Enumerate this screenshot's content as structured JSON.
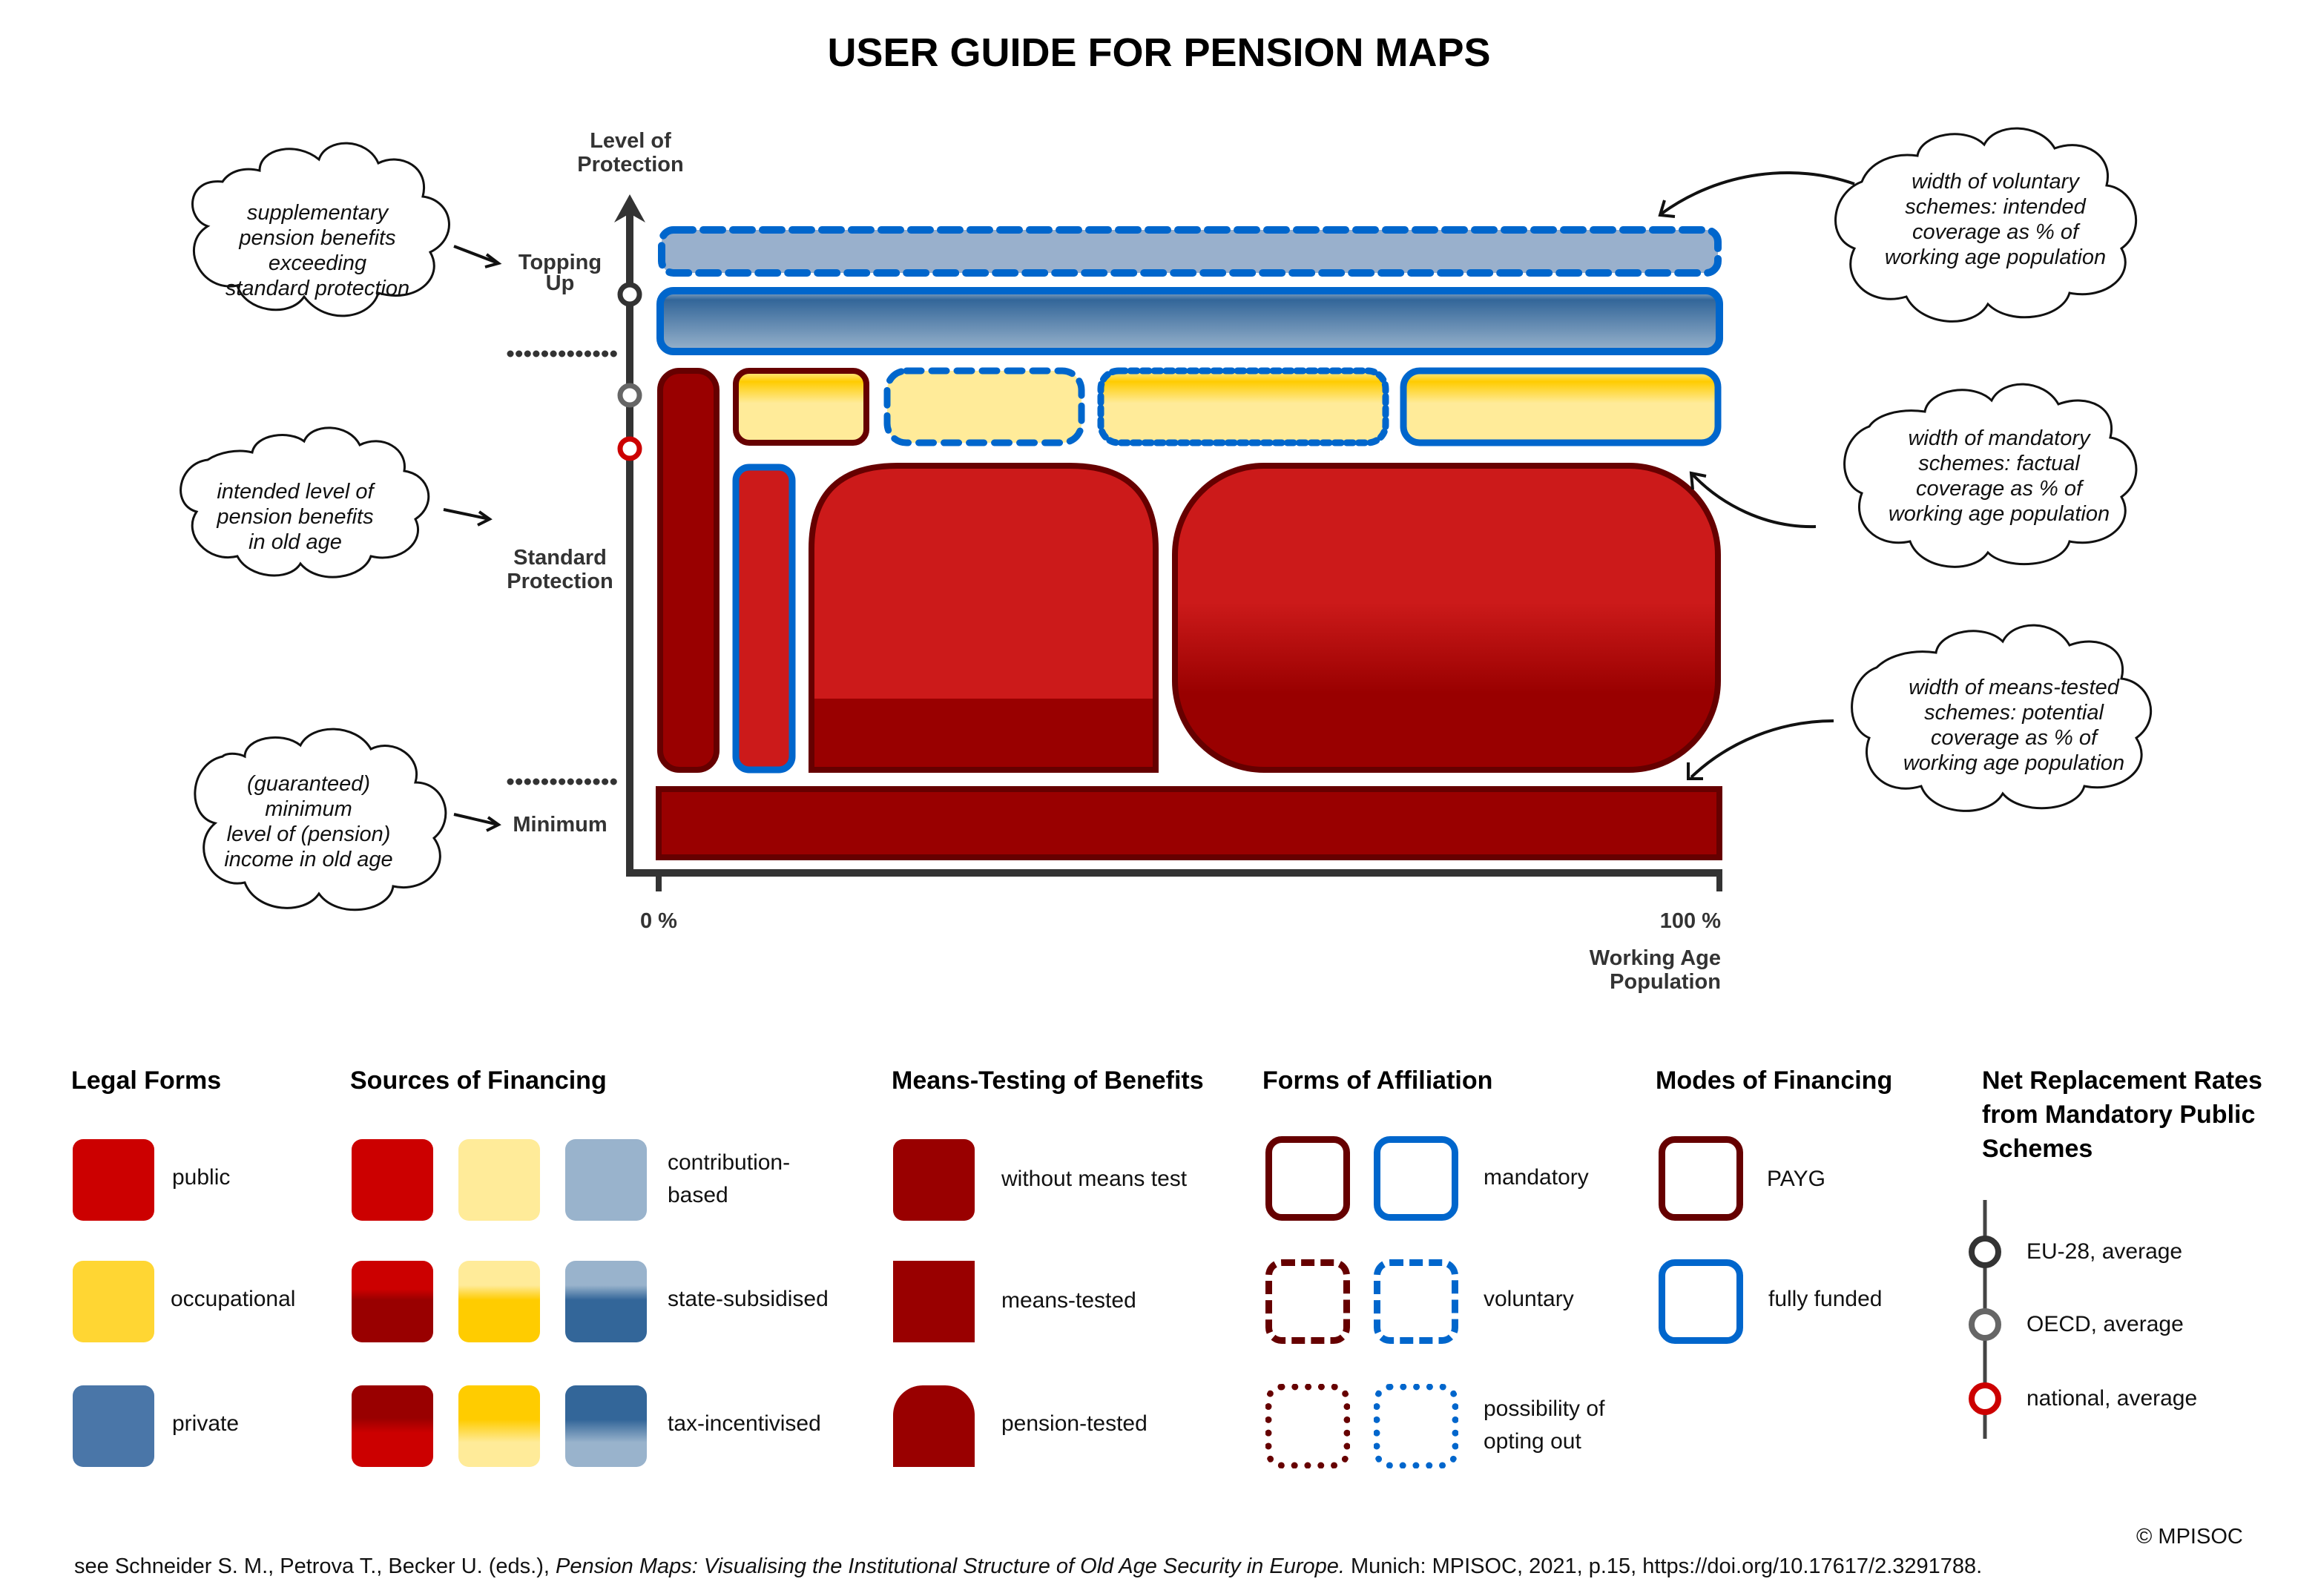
{
  "title": "USER GUIDE FOR PENSION MAPS",
  "axis": {
    "y_label_line1": "Level of",
    "y_label_line2": "Protection",
    "levels": {
      "topping_up_line1": "Topping",
      "topping_up_line2": "Up",
      "standard_line1": "Standard",
      "standard_line2": "Protection",
      "minimum": "Minimum"
    },
    "x_tick_start": "0 %",
    "x_tick_end": "100 %",
    "x_label_line1": "Working Age",
    "x_label_line2": "Population"
  },
  "clouds": {
    "topping_up": [
      "supplementary",
      "pension benefits",
      "exceeding",
      "standard protection"
    ],
    "standard": [
      "intended level of",
      "pension benefits",
      "in old age"
    ],
    "minimum": [
      "(guaranteed)",
      "minimum",
      "level of (pension)",
      "income in old age"
    ],
    "voluntary_width": [
      "width of voluntary",
      "schemes: intended",
      "coverage as % of",
      "working age population"
    ],
    "mandatory_width": [
      "width of mandatory",
      "schemes: factual",
      "coverage as % of",
      "working age population"
    ],
    "means_tested_width": [
      "width of means-tested",
      "schemes: potential",
      "coverage as % of",
      "working age population"
    ]
  },
  "colors": {
    "public_red": "#cc0000",
    "dark_red": "#990000",
    "payg_border": "#660000",
    "occupational_yellow": "#ffcc00",
    "light_yellow": "#ffeb99",
    "private_blue": "#4a76a8",
    "dark_blue": "#336699",
    "light_blue": "#99b3cc",
    "funded_border": "#0066cc",
    "marker_eu": "#333333",
    "marker_oecd": "#666666",
    "marker_national": "#cc0000",
    "axis": "#333333"
  },
  "legend": {
    "legal_forms": {
      "heading": "Legal Forms",
      "items": [
        {
          "label": "public",
          "color": "#cc0000"
        },
        {
          "label": "occupational",
          "color": "#ffd633"
        },
        {
          "label": "private",
          "color": "#4a76a8"
        }
      ]
    },
    "sources_of_financing": {
      "heading": "Sources of Financing",
      "items": [
        {
          "label_line1": "contribution-",
          "label_line2": "based"
        },
        {
          "label_line1": "state-subsidised",
          "label_line2": ""
        },
        {
          "label_line1": "tax-incentivised",
          "label_line2": ""
        }
      ]
    },
    "means_testing": {
      "heading": "Means-Testing of Benefits",
      "items": [
        {
          "label": "without means test"
        },
        {
          "label": "means-tested"
        },
        {
          "label": "pension-tested"
        }
      ]
    },
    "forms_of_affiliation": {
      "heading": "Forms of Affiliation",
      "items": [
        {
          "label_line1": "mandatory",
          "label_line2": ""
        },
        {
          "label_line1": "voluntary",
          "label_line2": ""
        },
        {
          "label_line1": "possibility of",
          "label_line2": "opting out"
        }
      ]
    },
    "modes_of_financing": {
      "heading": "Modes of Financing",
      "items": [
        {
          "label": "PAYG"
        },
        {
          "label": "fully funded"
        }
      ]
    },
    "net_replacement_rates": {
      "heading_line1": "Net Replacement Rates",
      "heading_line2": "from Mandatory Public",
      "heading_line3": "Schemes",
      "items": [
        {
          "label": "EU-28, average"
        },
        {
          "label": "OECD, average"
        },
        {
          "label": "national, average"
        }
      ]
    }
  },
  "footer": {
    "citation_prefix": "see Schneider S. M., Petrova T., Becker U. (eds.), ",
    "citation_title": "Pension Maps: Visualising the Institutional Structure of Old Age Security in Europe.",
    "citation_suffix": " Munich: MPISOC, 2021, p.15, https://doi.org/10.17617/2.3291788.",
    "copyright": "© MPISOC"
  }
}
